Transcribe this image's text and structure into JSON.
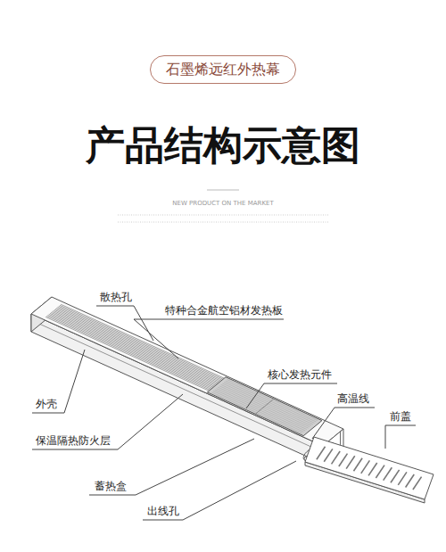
{
  "diagram": {
    "title": "产品结构示意图",
    "nodes": [
      {
        "text": [
          "石墨烯远红外热幕"
        ]
      }
    ],
    "edges": [],
    "labels": [
      "NEW PRODUCT ON THE MARKET",
      "散热孔",
      "特种合金航空铝材发热板",
      "核心发热元件",
      "外壳",
      "高温线",
      "前盖",
      "保温隔热防火层",
      "蓄热盒",
      "出线孔"
    ]
  }
}
